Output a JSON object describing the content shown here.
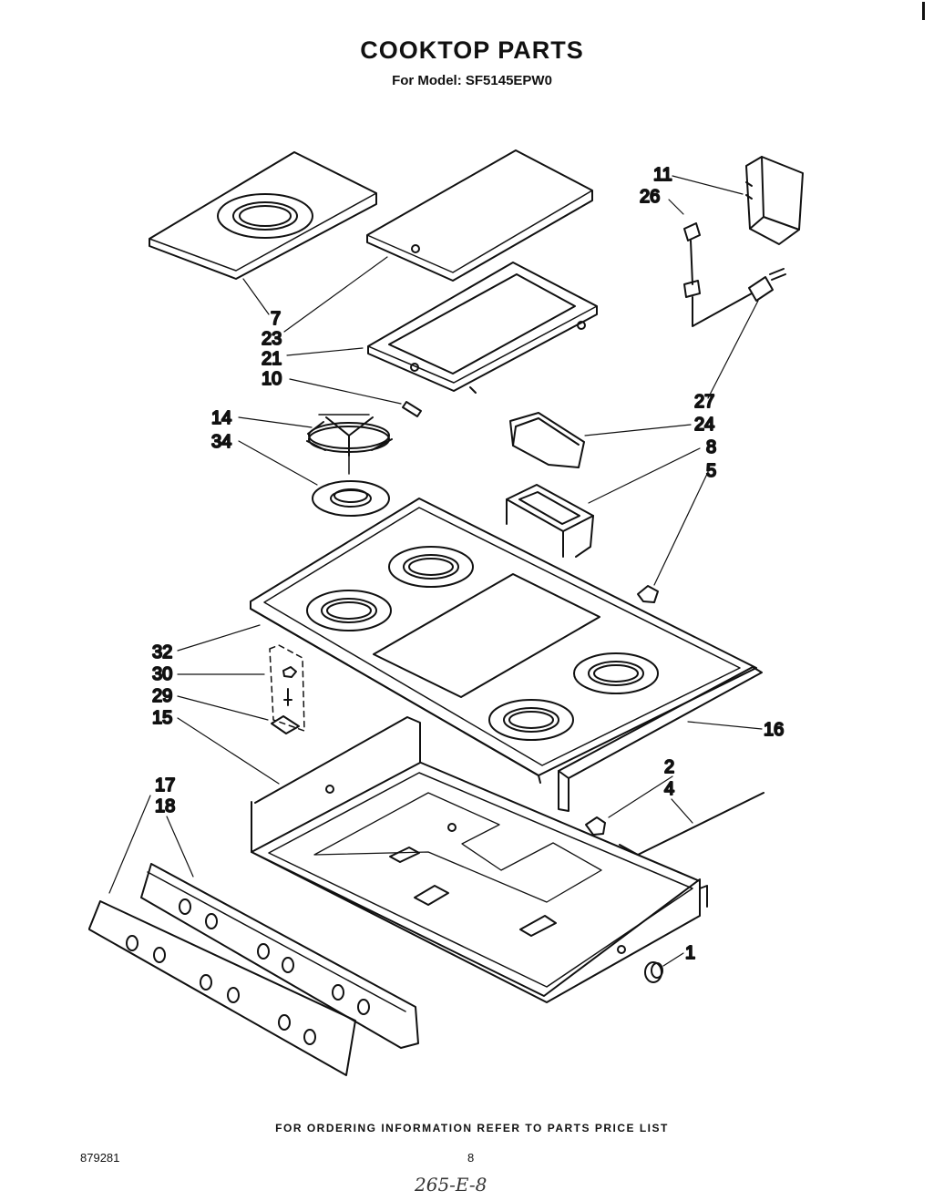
{
  "header": {
    "title": "COOKTOP PARTS",
    "subtitle": "For Model: SF5145EPW0"
  },
  "labels": {
    "p11": "11",
    "p26": "26",
    "p7": "7",
    "p23": "23",
    "p21": "21",
    "p10": "10",
    "p27": "27",
    "p24": "24",
    "p8": "8",
    "p5": "5",
    "p14": "14",
    "p34": "34",
    "p32": "32",
    "p30": "30",
    "p29": "29",
    "p15": "15",
    "p16": "16",
    "p2": "2",
    "p4": "4",
    "p17": "17",
    "p18": "18",
    "p1": "1"
  },
  "footer": {
    "ordering_note": "FOR ORDERING INFORMATION REFER TO PARTS PRICE LIST",
    "document_number": "879281",
    "page_number": "8",
    "handwritten_note": "265-E-8"
  }
}
